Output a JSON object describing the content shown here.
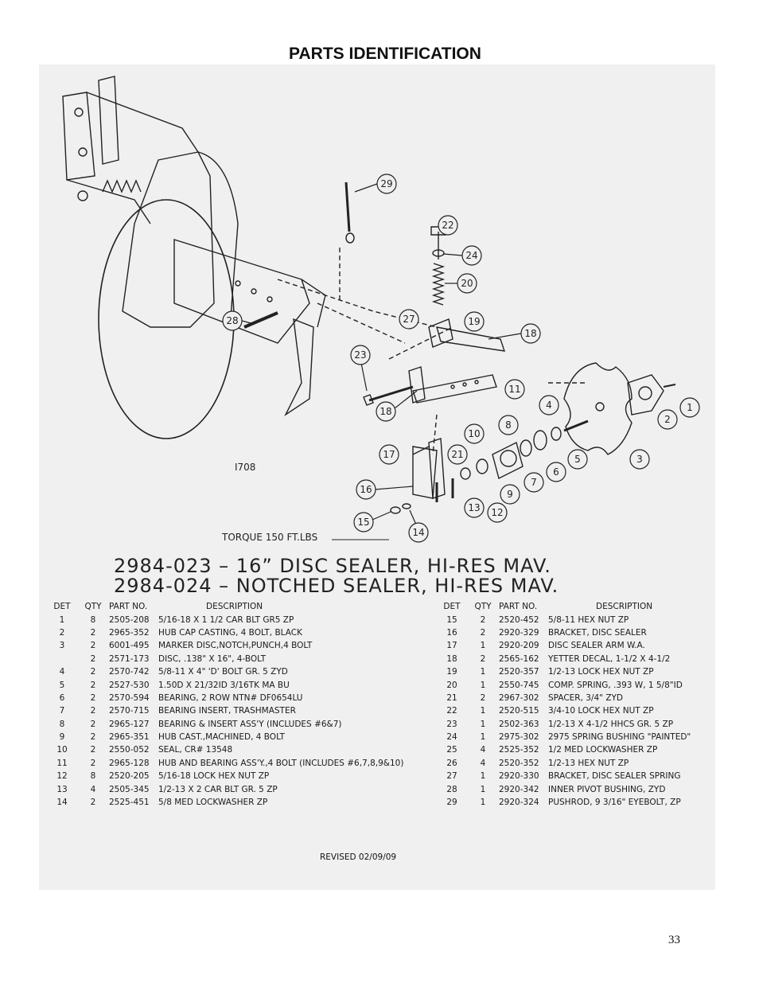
{
  "page_title": "PARTS IDENTIFICATION",
  "diagram": {
    "drawing_number": "I708",
    "torque_note": "TORQUE 150 FT.LBS",
    "callouts": [
      "29",
      "22",
      "24",
      "20",
      "27",
      "19",
      "18",
      "23",
      "28",
      "18",
      "11",
      "4",
      "2",
      "1",
      "8",
      "10",
      "17",
      "21",
      "5",
      "3",
      "6",
      "7",
      "9",
      "13",
      "12",
      "16",
      "15",
      "14"
    ]
  },
  "assembly_titles": [
    "2984-023 – 16” DISC SEALER, HI-RES MAV.",
    "2984-024 – NOTCHED SEALER, HI-RES MAV."
  ],
  "table_headers": {
    "det": "DET",
    "qty": "QTY",
    "part_no": "PART NO.",
    "description": "DESCRIPTION"
  },
  "parts_left": [
    {
      "det": "1",
      "qty": "8",
      "part": "2505-208",
      "desc": "5/16-18 X 1 1/2 CAR BLT GR5 ZP"
    },
    {
      "det": "2",
      "qty": "2",
      "part": "2965-352",
      "desc": "HUB CAP CASTING, 4 BOLT, BLACK"
    },
    {
      "det": "3",
      "qty": "2",
      "part": "6001-495",
      "desc": "MARKER DISC,NOTCH,PUNCH,4 BOLT"
    },
    {
      "det": "",
      "qty": "2",
      "part": "2571-173",
      "desc": "DISC, .138\" X 16\", 4-BOLT"
    },
    {
      "det": "4",
      "qty": "2",
      "part": "2570-742",
      "desc": "5/8-11 X 4\" 'D' BOLT GR. 5 ZYD"
    },
    {
      "det": "5",
      "qty": "2",
      "part": "2527-530",
      "desc": "1.50D X 21/32ID 3/16TK MA BU"
    },
    {
      "det": "6",
      "qty": "2",
      "part": "2570-594",
      "desc": "BEARING, 2 ROW NTN# DF0654LU"
    },
    {
      "det": "7",
      "qty": "2",
      "part": "2570-715",
      "desc": "BEARING INSERT, TRASHMASTER"
    },
    {
      "det": "8",
      "qty": "2",
      "part": "2965-127",
      "desc": "BEARING & INSERT ASS'Y (INCLUDES #6&7)"
    },
    {
      "det": "9",
      "qty": "2",
      "part": "2965-351",
      "desc": "HUB CAST.,MACHINED, 4 BOLT"
    },
    {
      "det": "10",
      "qty": "2",
      "part": "2550-052",
      "desc": "SEAL, CR# 13548"
    },
    {
      "det": "11",
      "qty": "2",
      "part": "2965-128",
      "desc": "HUB AND BEARING ASS'Y.,4 BOLT (INCLUDES #6,7,8,9&10)"
    },
    {
      "det": "12",
      "qty": "8",
      "part": "2520-205",
      "desc": "5/16-18 LOCK HEX NUT ZP"
    },
    {
      "det": "13",
      "qty": "4",
      "part": "2505-345",
      "desc": "1/2-13 X 2 CAR BLT GR. 5 ZP"
    },
    {
      "det": "14",
      "qty": "2",
      "part": "2525-451",
      "desc": "5/8 MED LOCKWASHER ZP"
    }
  ],
  "parts_right": [
    {
      "det": "15",
      "qty": "2",
      "part": "2520-452",
      "desc": "5/8-11 HEX NUT ZP"
    },
    {
      "det": "16",
      "qty": "2",
      "part": "2920-329",
      "desc": "BRACKET, DISC SEALER"
    },
    {
      "det": "17",
      "qty": "1",
      "part": "2920-209",
      "desc": "DISC SEALER ARM W.A."
    },
    {
      "det": "18",
      "qty": "2",
      "part": "2565-162",
      "desc": "YETTER DECAL, 1-1/2 X 4-1/2"
    },
    {
      "det": "19",
      "qty": "1",
      "part": "2520-357",
      "desc": "1/2-13 LOCK HEX NUT ZP"
    },
    {
      "det": "20",
      "qty": "1",
      "part": "2550-745",
      "desc": "COMP. SPRING, .393 W, 1 5/8\"ID"
    },
    {
      "det": "21",
      "qty": "2",
      "part": "2967-302",
      "desc": "SPACER, 3/4\" ZYD"
    },
    {
      "det": "22",
      "qty": "1",
      "part": "2520-515",
      "desc": "3/4-10 LOCK HEX NUT ZP"
    },
    {
      "det": "23",
      "qty": "1",
      "part": "2502-363",
      "desc": "1/2-13 X 4-1/2  HHCS GR. 5 ZP"
    },
    {
      "det": "24",
      "qty": "1",
      "part": "2975-302",
      "desc": "2975 SPRING BUSHING \"PAINTED\""
    },
    {
      "det": "25",
      "qty": "4",
      "part": "2525-352",
      "desc": "1/2 MED LOCKWASHER ZP"
    },
    {
      "det": "26",
      "qty": "4",
      "part": "2520-352",
      "desc": "1/2-13 HEX NUT ZP"
    },
    {
      "det": "27",
      "qty": "1",
      "part": "2920-330",
      "desc": "BRACKET, DISC SEALER SPRING"
    },
    {
      "det": "28",
      "qty": "1",
      "part": "2920-342",
      "desc": "INNER PIVOT BUSHING, ZYD"
    },
    {
      "det": "29",
      "qty": "1",
      "part": "2920-324",
      "desc": "PUSHROD, 9 3/16\" EYEBOLT, ZP"
    }
  ],
  "revised": "REVISED 02/09/09",
  "page_number": "33"
}
